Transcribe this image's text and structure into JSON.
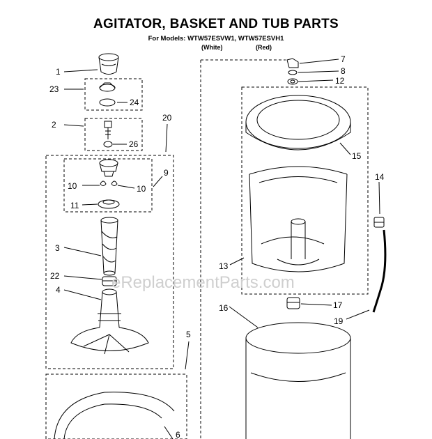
{
  "title": "AGITATOR, BASKET AND TUB PARTS",
  "models_line": "For Models: WTW57ESVW1, WTW57ESVH1",
  "variants": [
    "(White)",
    "(Red)"
  ],
  "watermark": "eReplacementParts.com",
  "callouts": [
    "1",
    "23",
    "24",
    "2",
    "26",
    "20",
    "9",
    "10",
    "10",
    "11",
    "3",
    "22",
    "4",
    "5",
    "6",
    "7",
    "8",
    "12",
    "15",
    "14",
    "13",
    "16",
    "17",
    "19"
  ],
  "colors": {
    "line": "#000000",
    "watermark": "#cfcfcf"
  }
}
